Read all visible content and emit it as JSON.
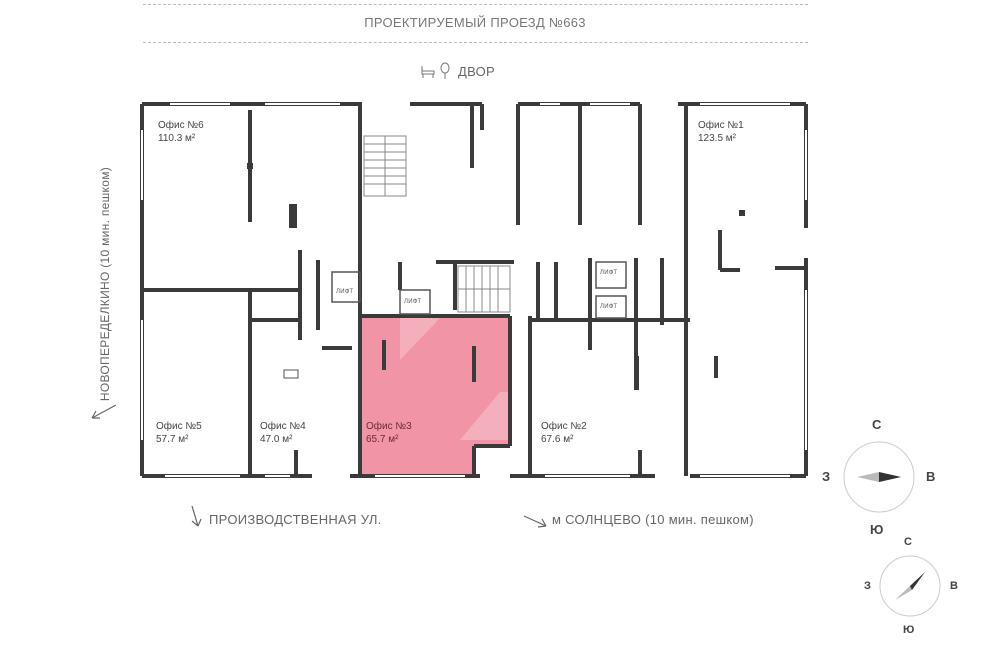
{
  "top_street": "ПРОЕКТИРУЕМЫЙ ПРОЕЗД №663",
  "yard_label": "ДВОР",
  "left_street": "НОВОПЕРЕДЕЛКИНО (10 мин. пешком)",
  "bottom_street_left": "ПРОИЗВОДСТВЕННАЯ УЛ.",
  "bottom_street_right": "м СОЛНЦЕВО (10 мин. пешком)",
  "lift_label": "ЛИФТ",
  "offices": [
    {
      "id": "office-6",
      "name": "Офис №6",
      "area": "110.3 м²"
    },
    {
      "id": "office-1",
      "name": "Офис №1",
      "area": "123.5 м²"
    },
    {
      "id": "office-5",
      "name": "Офис №5",
      "area": "57.7 м²"
    },
    {
      "id": "office-4",
      "name": "Офис №4",
      "area": "47.0 м²"
    },
    {
      "id": "office-3",
      "name": "Офис №3",
      "area": "65.7 м²",
      "selected": true
    },
    {
      "id": "office-2",
      "name": "Офис №2",
      "area": "67.6 м²"
    }
  ],
  "compass_large": {
    "n": "С",
    "s": "Ю",
    "w": "З",
    "e": "В"
  },
  "compass_small": {
    "n": "С",
    "s": "Ю",
    "w": "З",
    "e": "В"
  },
  "colors": {
    "selected_office": "#f08a9c",
    "wall": "#3a3a3a",
    "text": "#555555"
  }
}
